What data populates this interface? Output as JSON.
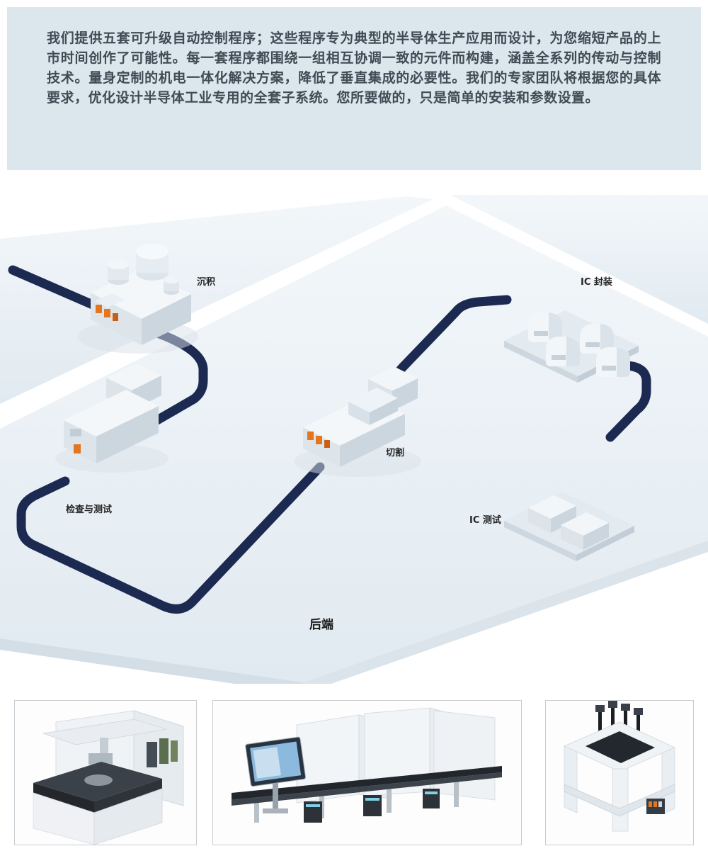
{
  "intro": {
    "text": "我们提供五套可升级自动控制程序；这些程序专为典型的半导体生产应用而设计，为您缩短产品的上市时间创作了可能性。每一套程序都围绕一组相互协调一致的元件而构建，涵盖全系列的传动与控制技术。量身定制的机电一体化解决方案，降低了垂直集成的必要性。我们的专家团队将根据您的具体要求，优化设计半导体工业专用的全套子系统。您所要做的，只是简单的安装和参数设置。"
  },
  "diagram": {
    "section_label": "后端",
    "stations": [
      {
        "id": "deposition",
        "label": "沉积"
      },
      {
        "id": "ic-packaging",
        "label": "IC 封装"
      },
      {
        "id": "dicing",
        "label": "切割"
      },
      {
        "id": "inspection-and-testing",
        "label": "检查与测试"
      },
      {
        "id": "ic-testing",
        "label": "IC 测试"
      }
    ],
    "colors": {
      "conveyor": "#1c2a52",
      "platform_light": "#f3f7fa",
      "platform_dark": "#e1eaf1",
      "accent_orange": "#e4761f"
    }
  },
  "gallery": {
    "items": [
      {
        "name": "wafer-inspection-machine"
      },
      {
        "name": "assembly-conveyor-line"
      },
      {
        "name": "gantry-handling-system"
      }
    ]
  }
}
